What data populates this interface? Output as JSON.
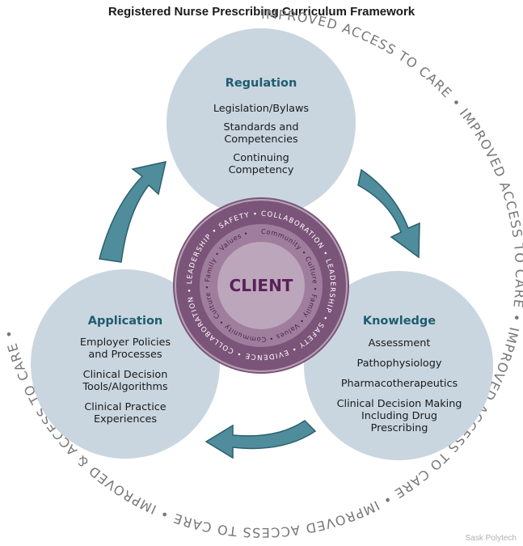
{
  "title": "Registered Nurse Prescribing Curriculum Framework",
  "outer_ring": {
    "text": "IMPROVED ACCESS TO CARE • IMPROVED ACCESS TO CARE • IMPROVED ACCESS TO CARE • IMPROVED ACCESS TO CARE • IMPROVED & ACCESS TO CARE •"
  },
  "nodes": [
    {
      "id": "regulation",
      "title": "Regulation",
      "items": [
        [
          "Legislation/Bylaws"
        ],
        [
          "Standards and",
          "Competencies"
        ],
        [
          "Continuing",
          "Competency"
        ]
      ]
    },
    {
      "id": "knowledge",
      "title": "Knowledge",
      "items": [
        [
          "Assessment"
        ],
        [
          "Pathophysiology"
        ],
        [
          "Pharmacotherapeutics"
        ],
        [
          "Clinical Decision Making",
          "Including Drug",
          "Prescribing"
        ]
      ]
    },
    {
      "id": "application",
      "title": "Application",
      "items": [
        [
          "Employer Policies",
          "and Processes"
        ],
        [
          "Clinical Decision",
          "Tools/Algorithms"
        ],
        [
          "Clinical Practice",
          "Experiences"
        ]
      ]
    }
  ],
  "client": {
    "label": "CLIENT",
    "ring_text": "COLLABORATION • LEADERSHIP • SAFETY • EVIDENCE • COLLABORATION • LEADERSHIP • SAFETY • EVIDENCE •",
    "values_text": "Community • Culture • Family • Values • Community • Culture • Family • Values •"
  },
  "credit": "Sask Polytech",
  "colors": {
    "node_fill": "#c9d6e0",
    "node_title": "#1f5c6e",
    "arrow_fill": "#4f8c9c",
    "arrow_stroke": "#2c5f6e",
    "client_outer": "#7b5479",
    "client_mid": "#9f7e9d",
    "client_inner": "#bca6bb",
    "outer_text": "#777777"
  }
}
